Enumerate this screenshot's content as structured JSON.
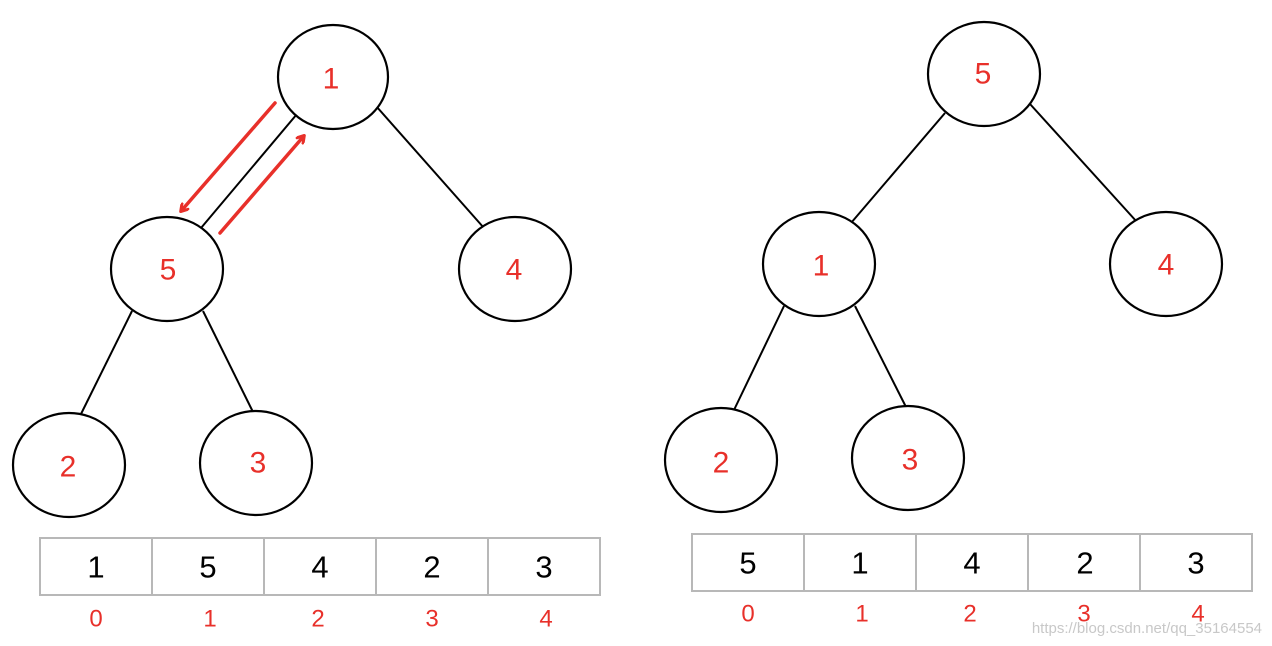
{
  "colors": {
    "node_text": "#e8302a",
    "index_text": "#e8302a",
    "arrow": "#e8302a"
  },
  "trees": [
    {
      "nodes": [
        "1",
        "5",
        "4",
        "2",
        "3"
      ],
      "array": {
        "values": [
          "1",
          "5",
          "4",
          "2",
          "3"
        ],
        "indices": [
          "0",
          "1",
          "2",
          "3",
          "4"
        ]
      }
    },
    {
      "nodes": [
        "5",
        "1",
        "4",
        "2",
        "3"
      ],
      "array": {
        "values": [
          "5",
          "1",
          "4",
          "2",
          "3"
        ],
        "indices": [
          "0",
          "1",
          "2",
          "3",
          "4"
        ]
      }
    }
  ],
  "watermark": "https://blog.csdn.net/qq_35164554"
}
